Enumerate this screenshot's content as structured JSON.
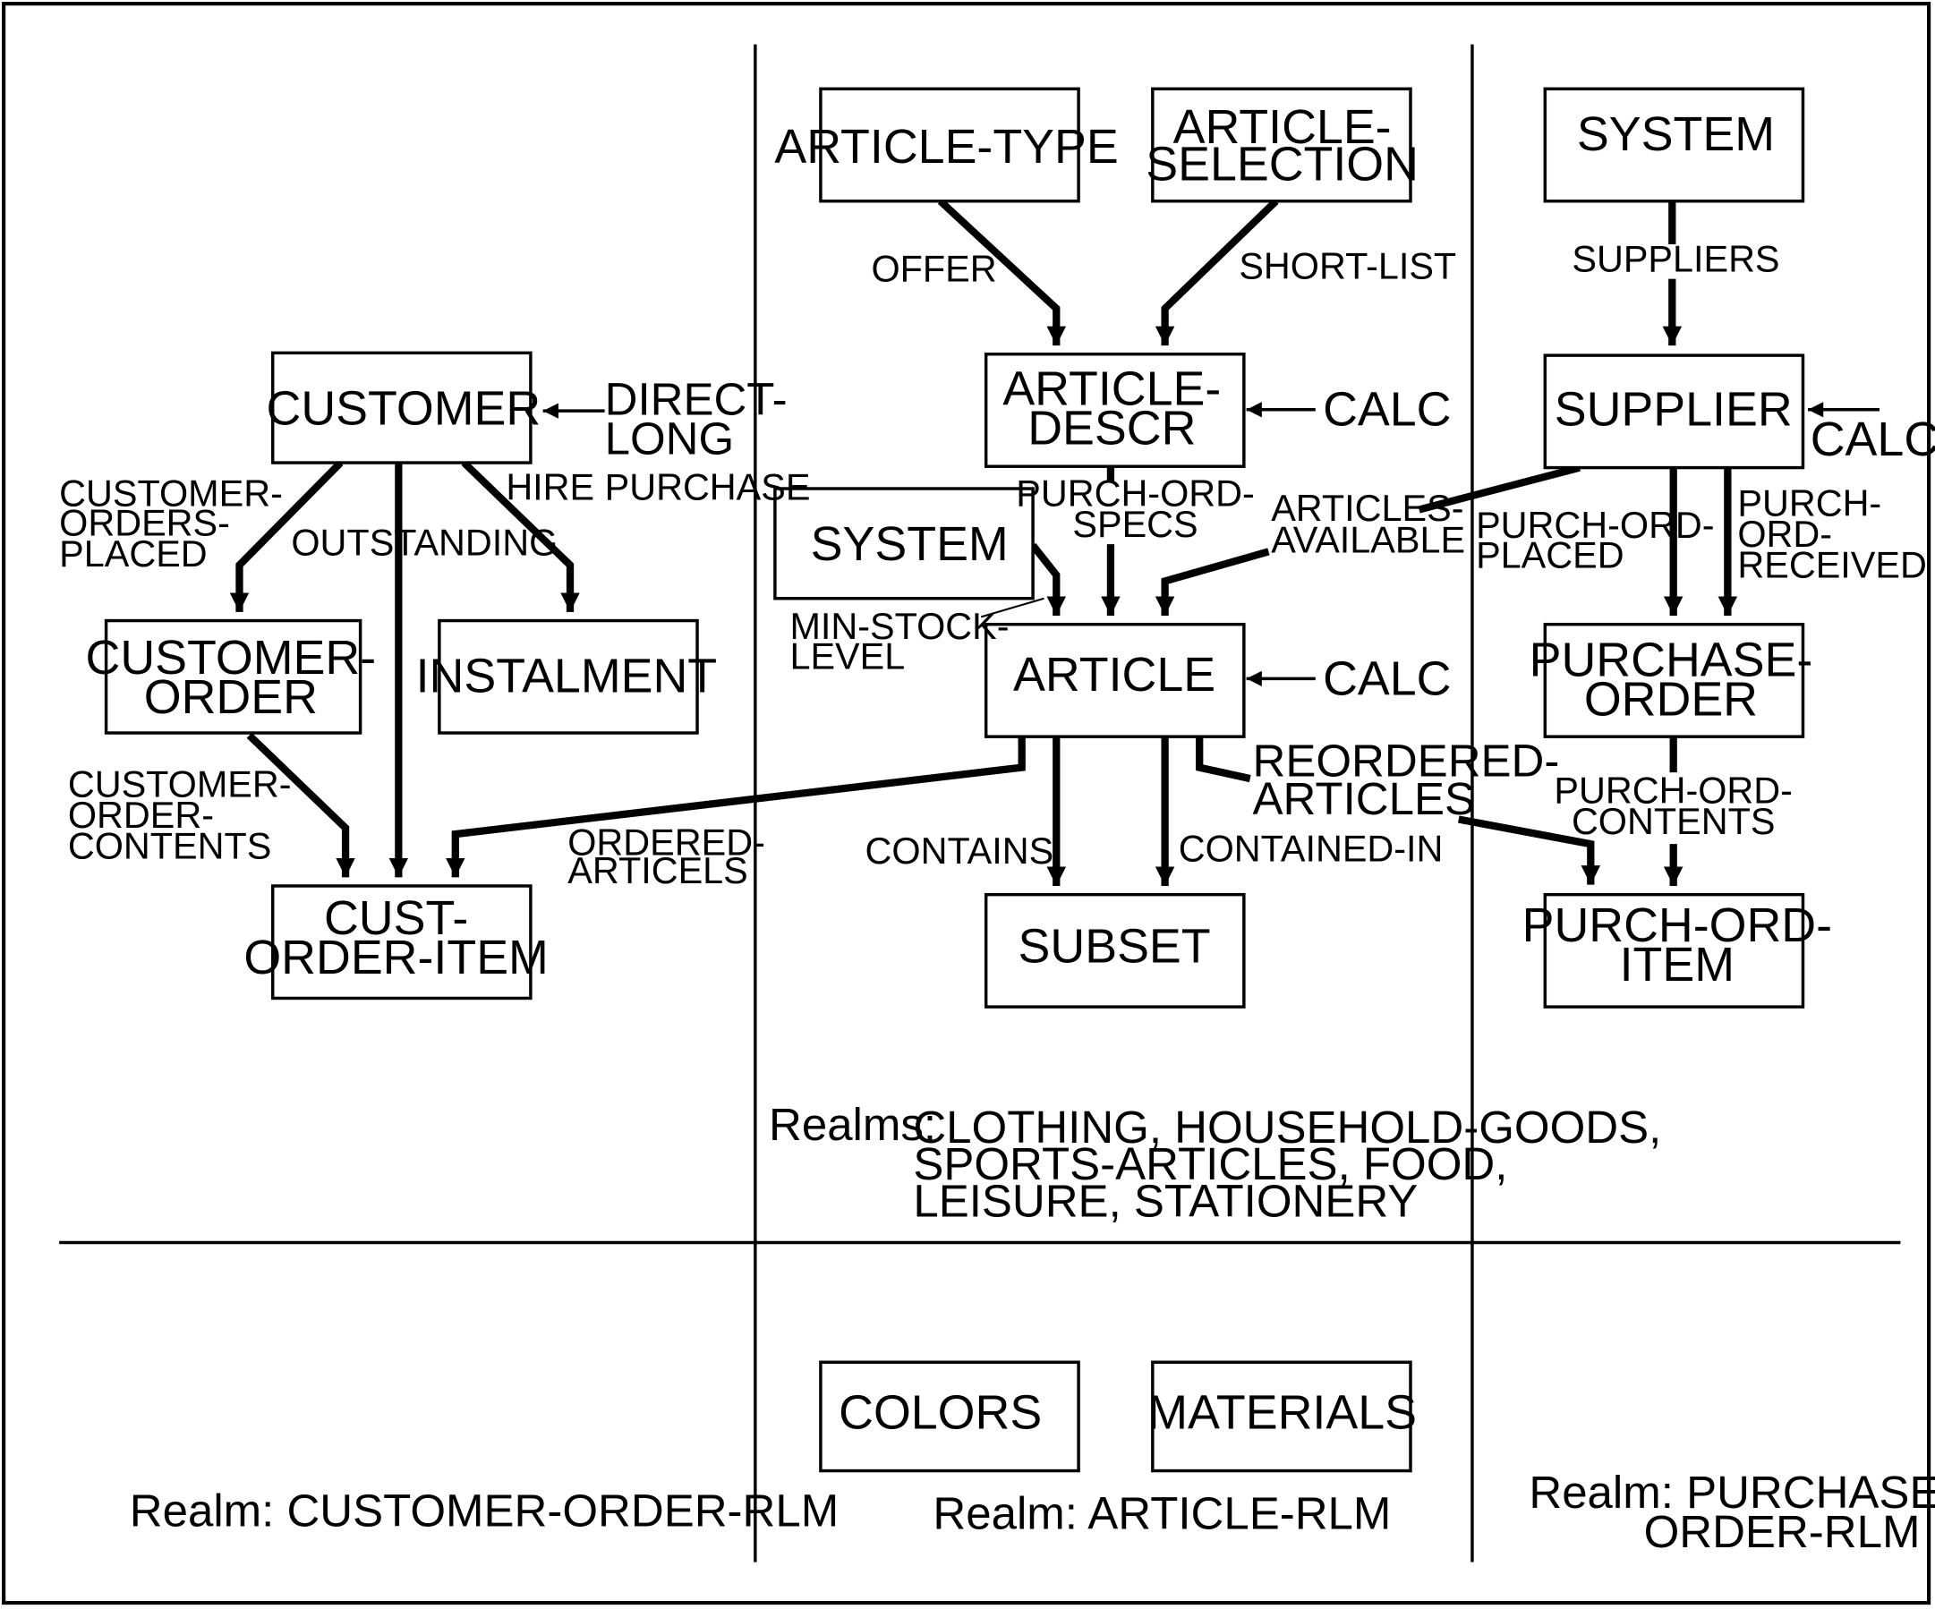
{
  "records": {
    "customer": [
      "CUSTOMER"
    ],
    "customer_order": [
      "CUSTOMER-",
      "ORDER"
    ],
    "instalment": [
      "INSTALMENT"
    ],
    "cust_order_item": [
      "CUST-",
      "ORDER-ITEM"
    ],
    "article_type": [
      "ARTICLE-TYPE"
    ],
    "article_selection": [
      "ARTICLE-",
      "SELECTION"
    ],
    "article_descr": [
      "ARTICLE-",
      "DESCR"
    ],
    "system_mid": [
      "SYSTEM"
    ],
    "article": [
      "ARTICLE"
    ],
    "subset": [
      "SUBSET"
    ],
    "colors": [
      "COLORS"
    ],
    "materials": [
      "MATERIALS"
    ],
    "system_right": [
      "SYSTEM"
    ],
    "supplier": [
      "SUPPLIER"
    ],
    "purchase_order": [
      "PURCHASE-",
      "ORDER"
    ],
    "purch_ord_item": [
      "PURCH-ORD-",
      "ITEM"
    ]
  },
  "sets": {
    "direct_long": [
      "DIRECT-",
      "LONG"
    ],
    "customer_orders_placed": [
      "CUSTOMER-",
      "ORDERS-",
      "PLACED"
    ],
    "outstanding": [
      "OUTSTANDING"
    ],
    "hire_purchase": [
      "HIRE PURCHASE"
    ],
    "customer_order_contents": [
      "CUSTOMER-",
      "ORDER-",
      "CONTENTS"
    ],
    "ordered_articels": [
      "ORDERED-",
      "ARTICELS"
    ],
    "offer": [
      "OFFER"
    ],
    "short_list": [
      "SHORT-LIST"
    ],
    "purch_ord_specs": [
      "PURCH-ORD-",
      "SPECS"
    ],
    "articles_available": [
      "ARTICLES-",
      "AVAILABLE"
    ],
    "min_stock_level": [
      "MIN-STOCK-",
      "LEVEL"
    ],
    "reordered_articles": [
      "REORDERED-",
      "ARTICLES"
    ],
    "contains": [
      "CONTAINS"
    ],
    "contained_in": [
      "CONTAINED-IN"
    ],
    "suppliers": [
      "SUPPLIERS"
    ],
    "purch_ord_placed": [
      "PURCH-ORD-",
      "PLACED"
    ],
    "purch_ord_received": [
      "PURCH-",
      "ORD-",
      "RECEIVED"
    ],
    "purch_ord_contents": [
      "PURCH-ORD-",
      "CONTENTS"
    ]
  },
  "calc": {
    "article_descr": "CALC",
    "article": "CALC",
    "supplier": "CALC"
  },
  "realms": {
    "middle_upper_label": "Realms:",
    "middle_upper_list": [
      "CLOTHING, HOUSEHOLD-GOODS,",
      "SPORTS-ARTICLES, FOOD,",
      "LEISURE, STATIONERY"
    ],
    "left_lower": "Realm: CUSTOMER-ORDER-RLM",
    "middle_lower": "Realm: ARTICLE-RLM",
    "right_lower": [
      "Realm: PURCHASE-",
      "ORDER-RLM"
    ]
  }
}
